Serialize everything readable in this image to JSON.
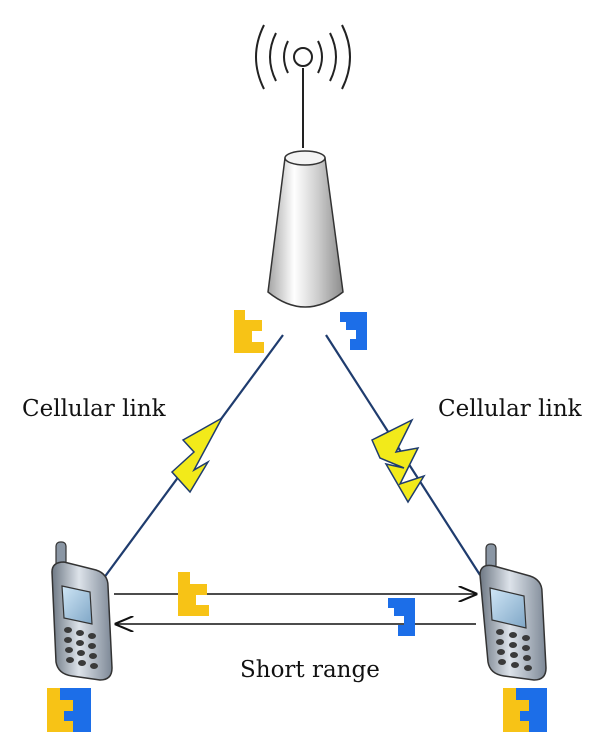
{
  "labels": {
    "cellular_left": "Cellular link",
    "cellular_right": "Cellular link",
    "short_range": "Short range"
  },
  "colors": {
    "token_yellow": "#F7C316",
    "token_blue": "#1C6EE8",
    "link_outline": "#1F3C6E",
    "bolt_fill": "#F2EA1A",
    "tower_light": "#FFFFFF",
    "tower_dark": "#9A9A9A",
    "phone_body": "#9AA6B4"
  },
  "icons": [
    "antenna-icon",
    "radio-waves-icon",
    "base-station-icon",
    "mobile-phone-icon",
    "lightning-bolt-icon",
    "puzzle-piece-icon"
  ]
}
